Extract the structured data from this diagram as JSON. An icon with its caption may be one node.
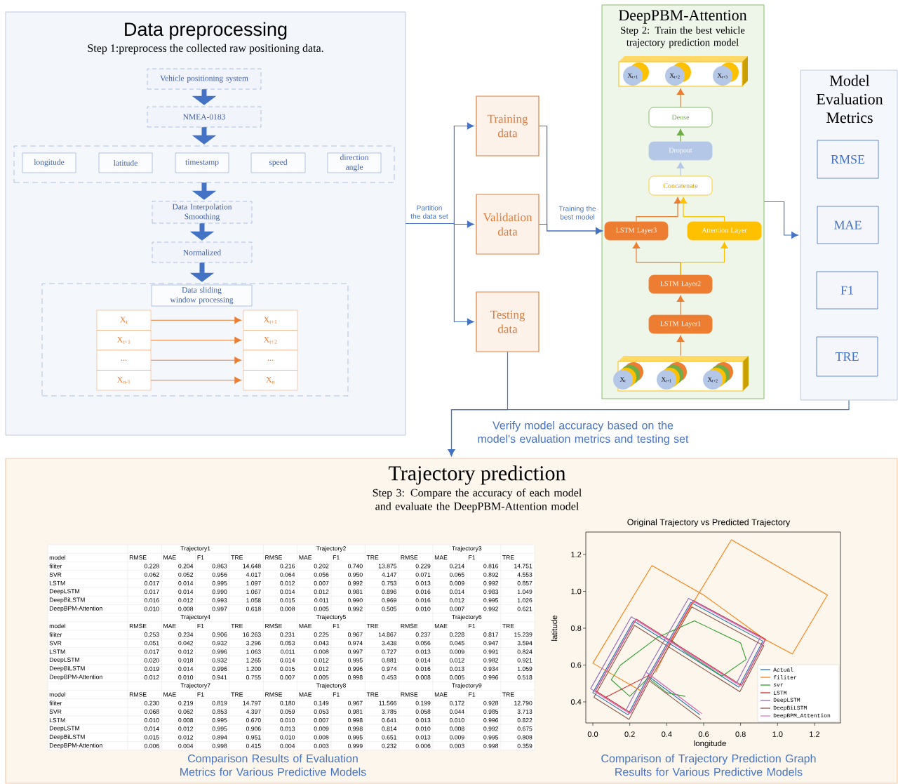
{
  "diagram": {
    "nodes": [
      {
        "text": [
          "Data preprocessing",
          "Step 1:preprocess the collected raw positioning data."
        ]
      },
      {
        "text": [
          "Vehicle positioning system"
        ],
        "in": 0
      },
      {
        "text": [
          "NMEA-0183"
        ],
        "in": 0
      },
      {
        "text": [],
        "shape": "box",
        "in": 0
      },
      {
        "text": [
          "longitude"
        ],
        "in": 3
      },
      {
        "text": [
          "latitude"
        ],
        "in": 3
      },
      {
        "text": [
          "timestamp"
        ],
        "in": 3
      },
      {
        "text": [
          "speed"
        ],
        "in": 3
      },
      {
        "text": [
          "direction angle"
        ],
        "in": 3
      },
      {
        "text": [
          "Data Interpolation Smoothing"
        ],
        "in": 0
      },
      {
        "text": [
          "Normalized"
        ],
        "in": 0
      },
      {
        "text": [],
        "shape": "box",
        "in": 0
      },
      {
        "text": [
          "Data sliding window processing"
        ],
        "in": 11
      },
      {
        "text": [
          "X$_{t}$"
        ],
        "in": 11
      },
      {
        "text": [
          "X$_{t+1}$"
        ],
        "in": 11
      },
      {
        "text": [
          "..."
        ],
        "in": 11
      },
      {
        "text": [
          "X$_{n-1}$"
        ],
        "in": 11
      },
      {
        "text": [
          "X$_{t+1}$"
        ],
        "in": 11
      },
      {
        "text": [
          "X$_{t+2}$"
        ],
        "in": 11
      },
      {
        "text": [
          "..."
        ],
        "in": 11
      },
      {
        "text": [
          "X$_{n}$"
        ],
        "in": 11
      },
      {
        "text": [
          "Training data"
        ]
      },
      {
        "text": [
          "Validation data"
        ]
      },
      {
        "text": [
          "Testing data"
        ]
      },
      {
        "text": [
          "DeepPBM-Attention",
          "Step 2: Train the best vehicle trajectory prediction model"
        ]
      },
      {
        "text": [],
        "shape": "box",
        "in": 24
      },
      {
        "text": [
          "X$_{t+1}$"
        ],
        "in": 25
      },
      {
        "text": [
          "X$_{t+2}$"
        ],
        "in": 25
      },
      {
        "text": [
          "X$_{t+3}$"
        ],
        "in": 25
      },
      {
        "text": [
          "Dense"
        ],
        "in": 24
      },
      {
        "text": [
          "Dropout"
        ],
        "in": 24
      },
      {
        "text": [
          "Concatenate"
        ],
        "in": 24
      },
      {
        "text": [
          "LSTM Layer3"
        ],
        "in": 24
      },
      {
        "text": [
          "Attention Layer"
        ],
        "in": 24
      },
      {
        "text": [
          "LSTM Layer2"
        ],
        "in": 24
      },
      {
        "text": [
          "LSTM Layer1"
        ],
        "in": 24
      },
      {
        "text": [],
        "shape": "box",
        "in": 24
      },
      {
        "text": [
          "X$_{t}$"
        ],
        "in": 36
      },
      {
        "text": [
          "X$_{t+1}$"
        ],
        "in": 36
      },
      {
        "text": [
          "X$_{t+2}$"
        ],
        "in": 36
      },
      {
        "text": [
          "Model Evaluation Metrics"
        ]
      },
      {
        "text": [
          "RMSE"
        ],
        "in": 40
      },
      {
        "text": [
          "MAE"
        ],
        "in": 40
      },
      {
        "text": [
          "F1"
        ],
        "in": 40
      },
      {
        "text": [
          "TRE"
        ],
        "in": 40
      },
      {
        "text": [
          "Trajectory prediction",
          "Step 3: Compare the accuracy of each model and evaluate the DeepPBM-Attention model"
        ]
      }
    ],
    "edges": [
      {
        "from": 1,
        "to": 2,
        "arrow": "to",
        "style": "thick",
        "color": "#4472c4"
      },
      {
        "from": 2,
        "to": 3,
        "arrow": "to",
        "style": "thick",
        "color": "#4472c4"
      },
      {
        "from": 3,
        "to": 9,
        "arrow": "to",
        "style": "thick",
        "color": "#4472c4"
      },
      {
        "from": 9,
        "to": 10,
        "arrow": "to",
        "style": "thick",
        "color": "#4472c4"
      },
      {
        "from": 10,
        "to": 11,
        "arrow": "to",
        "style": "thick",
        "color": "#4472c4"
      },
      {
        "from": 13,
        "to": 17,
        "arrow": "to",
        "color": "#ed7d31"
      },
      {
        "from": 14,
        "to": 18,
        "arrow": "to",
        "color": "#ed7d31"
      },
      {
        "from": 15,
        "to": 19,
        "arrow": "to",
        "color": "#ed7d31"
      },
      {
        "from": 16,
        "to": 20,
        "arrow": "to",
        "color": "#ed7d31"
      },
      {
        "from": 0,
        "to": 21,
        "arrow": "to",
        "color": "#4472c4"
      },
      {
        "from": 0,
        "to": 22,
        "arrow": "to",
        "label": "Partition the data set",
        "color": "#4472c4"
      },
      {
        "from": 0,
        "to": 23,
        "arrow": "to",
        "color": "#4472c4"
      },
      {
        "from": 21,
        "to": 32,
        "arrow": "to",
        "color": "#4472c4"
      },
      {
        "from": 22,
        "to": 32,
        "arrow": "to",
        "label": "Training the best model",
        "color": "#4472c4"
      },
      {
        "from": 24,
        "to": 40,
        "arrow": "to",
        "color": "#4472c4"
      },
      {
        "from": 23,
        "to": 45,
        "arrow": "to",
        "color": "#4472c4"
      },
      {
        "from": 40,
        "to": 45,
        "arrow": "to",
        "label": "Verify model accuracy based on the model's evaluation metrics and testing set",
        "color": "#4472c4"
      },
      {
        "from": 36,
        "to": 35,
        "arrow": "to",
        "color": "#ed7d31"
      },
      {
        "from": 35,
        "to": 34,
        "arrow": "to",
        "color": "#ed7d31"
      },
      {
        "from": 34,
        "to": 32,
        "arrow": "to",
        "color": "#ed7d31"
      },
      {
        "from": 34,
        "to": 33,
        "arrow": "to",
        "color": "#ffc000"
      },
      {
        "from": 32,
        "to": 31,
        "arrow": "to",
        "color": "#ed7d31"
      },
      {
        "from": 33,
        "to": 31,
        "arrow": "to",
        "color": "#ffc000"
      },
      {
        "from": 31,
        "to": 30,
        "arrow": "to",
        "color": "#b4c7e7"
      },
      {
        "from": 30,
        "to": 29,
        "arrow": "to",
        "color": "#70ad47"
      },
      {
        "from": 29,
        "to": 25,
        "arrow": "to",
        "color": "#ed7d31"
      }
    ],
    "labels": [
      "Trajectory1",
      "Trajectory2",
      "Trajectory3",
      "model",
      "RMSE",
      "MAE",
      "F1",
      "TRE",
      "RMSE",
      "MAE",
      "F1",
      "TRE",
      "RMSE",
      "MAE",
      "F1",
      "TRE",
      "filiter",
      "0.228",
      "0.204",
      "0.863",
      "14.648",
      "0.216",
      "0.202",
      "0.740",
      "13.875",
      "0.229",
      "0.214",
      "0.816",
      "14.751",
      "SVR",
      "0.062",
      "0.052",
      "0.956",
      "4.017",
      "0.064",
      "0.056",
      "0.950",
      "4.147",
      "0.071",
      "0.065",
      "0.892",
      "4.553",
      "LSTM",
      "0.017",
      "0.014",
      "0.995",
      "1.097",
      "0.012",
      "0.007",
      "0.992",
      "0.753",
      "0.013",
      "0.009",
      "0.992",
      "0.857",
      "DeepLSTM",
      "0.017",
      "0.014",
      "0.990",
      "1.067",
      "0.014",
      "0.012",
      "0.981",
      "0.896",
      "0.016",
      "0.014",
      "0.983",
      "1.049",
      "DeepBiLSTM",
      "0.016",
      "0.012",
      "0.993",
      "1.058",
      "0.015",
      "0.011",
      "0.990",
      "0.969",
      "0.016",
      "0.012",
      "0.995",
      "1.026",
      "DeepBPM-Attention",
      "0.010",
      "0.008",
      "0.997",
      "0.618",
      "0.008",
      "0.005",
      "0.992",
      "0.505",
      "0.010",
      "0.007",
      "0.992",
      "0.621",
      "Trajectory4",
      "Trajectory5",
      "Trajectory6",
      "model",
      "RMSE",
      "MAE",
      "F1",
      "TRE",
      "RMSE",
      "MAE",
      "F1",
      "TRE",
      "RMSE",
      "MAE",
      "F1",
      "TRE",
      "filiter",
      "0.253",
      "0.234",
      "0.906",
      "16.263",
      "0.231",
      "0.225",
      "0.967",
      "14.867",
      "0.237",
      "0.228",
      "0.817",
      "15.239",
      "SVR",
      "0.051",
      "0.042",
      "0.932",
      "3.296",
      "0.053",
      "0.043",
      "0.974",
      "3.438",
      "0.056",
      "0.045",
      "0.947",
      "3.594",
      "LSTM",
      "0.017",
      "0.012",
      "0.996",
      "1.063",
      "0.011",
      "0.008",
      "0.997",
      "0.727",
      "0.013",
      "0.009",
      "0.991",
      "0.824",
      "DeepLSTM",
      "0.020",
      "0.018",
      "0.932",
      "1.265",
      "0.014",
      "0.012",
      "0.995",
      "0.881",
      "0.014",
      "0.012",
      "0.982",
      "0.921",
      "DeepBiLSTM",
      "0.019",
      "0.014",
      "0.996",
      "1.200",
      "0.015",
      "0.012",
      "0.996",
      "0.974",
      "0.016",
      "0.013",
      "0.934",
      "1.059",
      "DeepBPM-Attention",
      "0.012",
      "0.010",
      "0.941",
      "0.755",
      "0.007",
      "0.005",
      "0.998",
      "0.453",
      "0.008",
      "0.005",
      "0.996",
      "0.518",
      "Trajectory7",
      "Trajectory8",
      "Trajectory9",
      "model",
      "RMSE",
      "MAE",
      "F1",
      "TRE",
      "RMSE",
      "MAE",
      "F1",
      "TRE",
      "RMSE",
      "MAE",
      "F1",
      "TRE",
      "filiter",
      "0.230",
      "0.219",
      "0.819",
      "14.797",
      "0.180",
      "0.149",
      "0.967",
      "11.566",
      "0.199",
      "0.172",
      "0.928",
      "12.790",
      "SVR",
      "0.068",
      "0.062",
      "0.853",
      "4.397",
      "0.059",
      "0.053",
      "0.981",
      "3.785",
      "0.058",
      "0.044",
      "0.985",
      "3.713",
      "LSTM",
      "0.010",
      "0.008",
      "0.995",
      "0.670",
      "0.010",
      "0.007",
      "0.998",
      "0.641",
      "0.013",
      "0.010",
      "0.996",
      "0.822",
      "DeepLSTM",
      "0.014",
      "0.012",
      "0.995",
      "0.906",
      "0.013",
      "0.009",
      "0.998",
      "0.814",
      "0.010",
      "0.008",
      "0.992",
      "0.675",
      "DeepBiLSTM",
      "0.015",
      "0.012",
      "0.894",
      "0.951",
      "0.010",
      "0.008",
      "0.995",
      "0.651",
      "0.013",
      "0.009",
      "0.995",
      "0.808",
      "DeepBPM-Attention",
      "0.006",
      "0.004",
      "0.998",
      "0.415",
      "0.004",
      "0.003",
      "0.999",
      "0.232",
      "0.006",
      "0.003",
      "0.998",
      "0.359",
      "Comparison Results of Evaluation Metrics for Various Predictive Models",
      "Original Trajectory vs Predicted Trajectory",
      "1.2",
      "1.0",
      "0.8",
      "0.6",
      "0.4",
      "latitude",
      "0.0",
      "0.2",
      "0.4",
      "0.6",
      "0.8",
      "1.0",
      "1.2",
      "longitude",
      "Comparison of Trajectory Prediction Graph Results for Various Predictive Models"
    ],
    "legend": [
      {
        "text": "Actual"
      },
      {
        "text": "filiter"
      },
      {
        "text": "svr"
      },
      {
        "text": "LSTM"
      },
      {
        "text": "DeepLSTM"
      },
      {
        "text": "DeepBiLSTM"
      },
      {
        "text": "DeepBPM_Attention"
      }
    ]
  }
}
